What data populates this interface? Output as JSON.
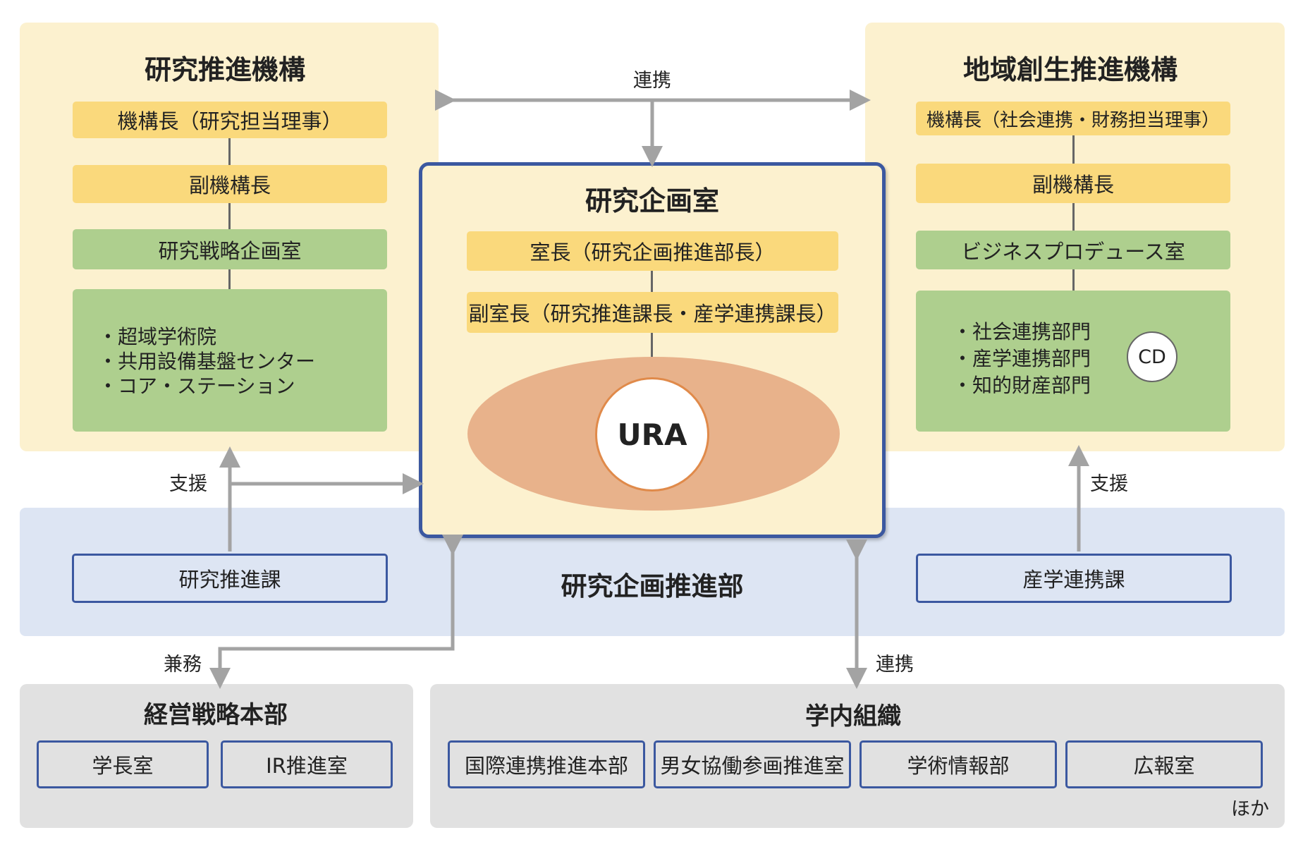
{
  "left_org": {
    "title": "研究推進機構",
    "head": "機構長（研究担当理事）",
    "deputy": "副機構長",
    "office": "研究戦略企画室",
    "units": [
      "・超域学術院",
      "・共用設備基盤センター",
      "・コア・ステーション"
    ]
  },
  "right_org": {
    "title": "地域創生推進機構",
    "head": "機構長（社会連携・財務担当理事）",
    "deputy": "副機構長",
    "office": "ビジネスプロデュース室",
    "units": [
      "・社会連携部門",
      "・産学連携部門",
      "・知的財産部門"
    ],
    "badge": "CD"
  },
  "center": {
    "title": "研究企画室",
    "head": "室長（研究企画推進部長）",
    "deputy": "副室長（研究推進課長・産学連携課長）",
    "core": "URA"
  },
  "department": {
    "title": "研究企画推進部",
    "left_section": "研究推進課",
    "right_section": "産学連携課"
  },
  "hq": {
    "title": "経営戦略本部",
    "items": [
      "学長室",
      "IR推進室"
    ]
  },
  "campus": {
    "title": "学内組織",
    "items": [
      "国際連携推進本部",
      "男女協働参画推進室",
      "学術情報部",
      "広報室"
    ],
    "note": "ほか"
  },
  "labels": {
    "top_link": "連携",
    "left_support": "支援",
    "right_support": "支援",
    "concurrent": "兼務",
    "bottom_link": "連携"
  }
}
